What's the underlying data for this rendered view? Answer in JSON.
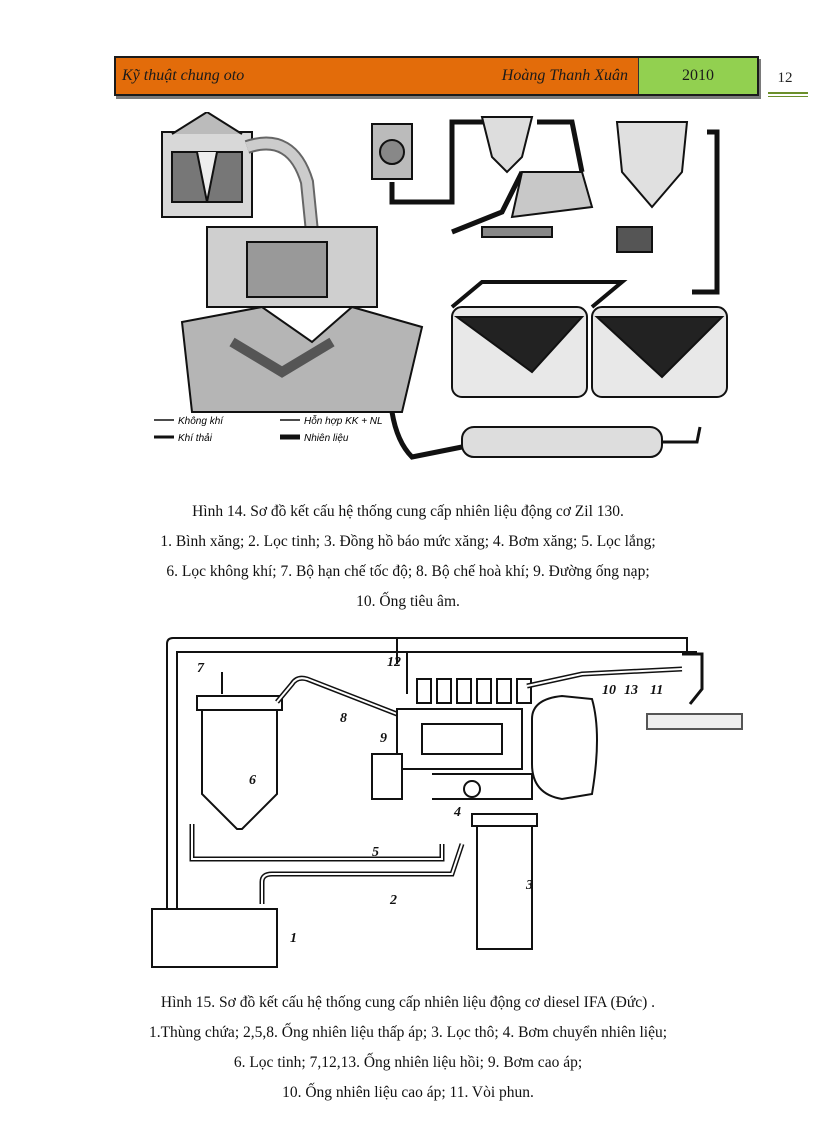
{
  "header": {
    "title": "Kỹ thuật chung oto",
    "author": "Hoàng Thanh Xuân",
    "year": "2010",
    "page_number": "12",
    "colors": {
      "left_bg": "#e36c0a",
      "year_bg": "#92d050"
    }
  },
  "figure14": {
    "legend": {
      "air": "Không khí",
      "exhaust": "Khí thải",
      "mixture": "Hỗn hợp KK + NL",
      "fuel": "Nhiên liệu"
    },
    "caption_title": "Hình 14. Sơ đồ kết cấu hệ thống cung cấp nhiên liệu động cơ Zil 130.",
    "caption_line1": "1.   Bình xăng; 2. Lọc tinh; 3. Đồng hồ báo mức xăng; 4. Bơm xăng; 5. Lọc lắng;",
    "caption_line2": "6. Lọc không khí; 7. Bộ hạn chế tốc độ; 8. Bộ chế hoà khí; 9. Đường ống nạp;",
    "caption_line3": "10. Ống tiêu âm."
  },
  "figure15": {
    "labels": [
      "7",
      "12",
      "8",
      "9",
      "6",
      "10",
      "13",
      "11",
      "4",
      "5",
      "2",
      "3",
      "1"
    ],
    "caption_title": "Hình 15. Sơ đồ kết cấu hệ thống cung cấp nhiên liệu động cơ diesel IFA (Đức) .",
    "caption_line1": "1.Thùng chứa;  2,5,8. Ống nhiên liệu thấp áp; 3. Lọc thô; 4. Bơm chuyển nhiên liệu;",
    "caption_line2": "6. Lọc tinh; 7,12,13. Ống nhiên liệu hồi; 9. Bơm cao áp;",
    "caption_line3": "10. Ống nhiên liệu cao áp; 11. Vòi phun."
  }
}
